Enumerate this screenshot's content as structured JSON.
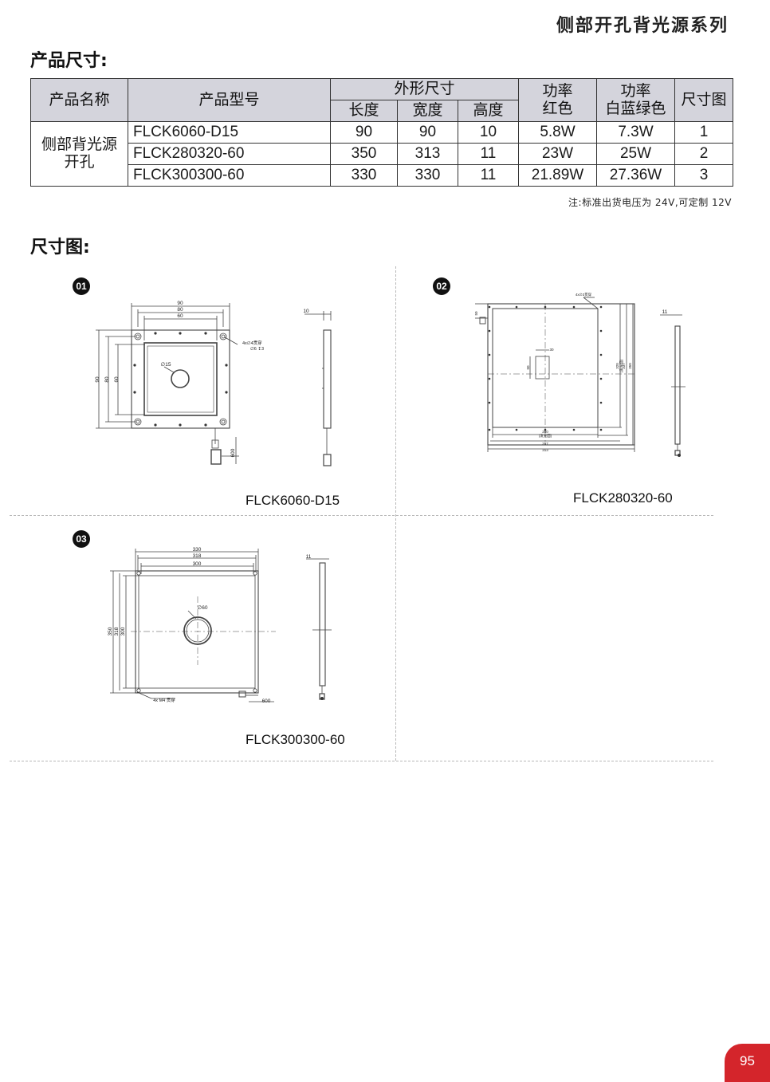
{
  "header": {
    "series_title": "侧部开孔背光源系列"
  },
  "spec_section": {
    "title": "产品尺寸:",
    "headers": {
      "name": "产品名称",
      "model": "产品型号",
      "outline": "外形尺寸",
      "length": "长度",
      "width": "宽度",
      "height": "高度",
      "power_red_l1": "功率",
      "power_red_l2": "红色",
      "power_wb_l1": "功率",
      "power_wb_l2": "白蓝绿色",
      "drawing": "尺寸图"
    },
    "category_l1": "侧部背光源",
    "category_l2": "开孔",
    "rows": [
      {
        "model": "FLCK6060-D15",
        "length": "90",
        "width": "90",
        "height": "10",
        "power_red": "5.8W",
        "power_wb": "7.3W",
        "drawing": "1"
      },
      {
        "model": "FLCK280320-60",
        "length": "350",
        "width": "313",
        "height": "11",
        "power_red": "23W",
        "power_wb": "25W",
        "drawing": "2"
      },
      {
        "model": "FLCK300300-60",
        "length": "330",
        "width": "330",
        "height": "11",
        "power_red": "21.89W",
        "power_wb": "27.36W",
        "drawing": "3"
      }
    ],
    "note": "注:标准出货电压为 24V,可定制 12V"
  },
  "drawing_section": {
    "title": "尺寸图:",
    "items": [
      {
        "badge": "01",
        "caption": "FLCK6060-D15",
        "dims": {
          "w90": "90",
          "w80": "80",
          "w60": "60",
          "h90": "90",
          "h80": "80",
          "h60": "60",
          "hole": "∅15",
          "mount_l1": "4x∅4贯穿",
          "mount_l2": "∅6 ↧3",
          "thickness": "10",
          "cable": "600"
        }
      },
      {
        "badge": "02",
        "caption": "FLCK280320-60",
        "dims": {
          "w1": "280",
          "w1b": "(发光面)",
          "w2": "297",
          "w3": "313",
          "h1": "320",
          "h1b": "(发光面)",
          "h2": "337",
          "h3": "350",
          "mount": "4x∅3贯穿",
          "side": "50",
          "cutout": "30",
          "cutout_h": "50",
          "thickness": "11"
        }
      },
      {
        "badge": "03",
        "caption": "FLCK300300-60",
        "dims": {
          "w1": "330",
          "w2": "318",
          "w3": "300",
          "h1": "350",
          "h2": "318",
          "h3": "300",
          "hole": "∅60",
          "mount": "4x M4 贯穿",
          "cable": "600",
          "thickness": "11"
        }
      }
    ]
  },
  "footer": {
    "page_number": "95"
  }
}
